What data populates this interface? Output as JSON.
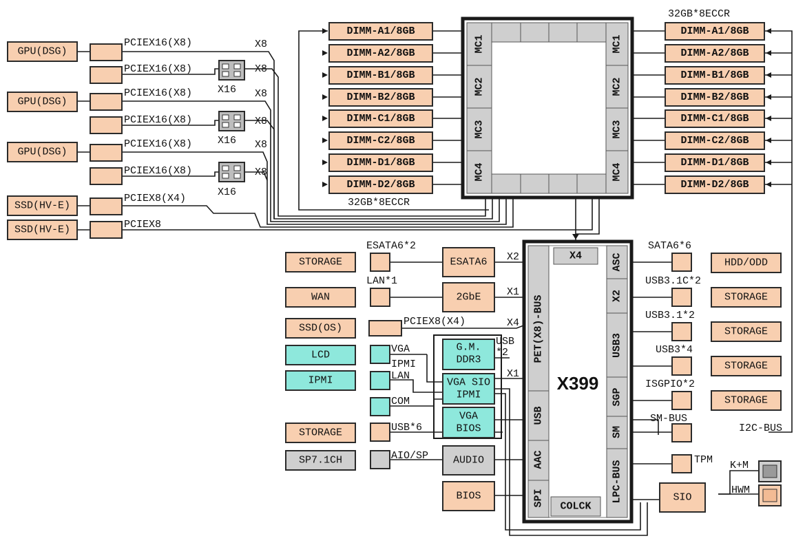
{
  "gpus": [
    "GPU(DSG)",
    "GPU(DSG)",
    "GPU(DSG)"
  ],
  "pcie_slots": [
    "PCIEX16(X8)",
    "PCIEX16(X8)",
    "PCIEX16(X8)",
    "PCIEX16(X8)",
    "PCIEX16(X8)",
    "PCIEX16(X8)",
    "PCIEX8(X4)",
    "PCIEX8"
  ],
  "lane_labels": {
    "x8": "X8",
    "x16": "X16",
    "x4": "X4",
    "x2": "X2",
    "x1": "X1"
  },
  "ssd_hve": [
    "SSD(HV-E)",
    "SSD(HV-E)"
  ],
  "dimm_left": [
    "DIMM-A1/8GB",
    "DIMM-A2/8GB",
    "DIMM-B1/8GB",
    "DIMM-B2/8GB",
    "DIMM-C1/8GB",
    "DIMM-C2/8GB",
    "DIMM-D1/8GB",
    "DIMM-D2/8GB"
  ],
  "dimm_right": [
    "DIMM-A1/8GB",
    "DIMM-A2/8GB",
    "DIMM-B1/8GB",
    "DIMM-B2/8GB",
    "DIMM-C1/8GB",
    "DIMM-C2/8GB",
    "DIMM-D1/8GB",
    "DIMM-D2/8GB"
  ],
  "mem_caption_left": "32GB*8ECCR",
  "mem_caption_right": "32GB*8ECCR",
  "memory_controllers": [
    "MC1",
    "MC2",
    "MC3",
    "MC4"
  ],
  "chipset": {
    "name": "X399",
    "top_port": "X4",
    "bottom": "COLCK",
    "left_ports": [
      "PET(X8)-BUS",
      "USB",
      "AAC",
      "SPI"
    ],
    "right_ports": [
      "ASC",
      "X2",
      "USB3",
      "SGP",
      "SM",
      "LPC-BUS"
    ]
  },
  "left_io": {
    "devices": [
      "STORAGE",
      "WAN",
      "SSD(OS)",
      "LCD",
      "IPMI",
      "STORAGE",
      "SP7.1CH"
    ],
    "link_labels": [
      "ESATA6*2",
      "LAN*1",
      "PCIEX8(X4)",
      "VGA",
      "IPMI",
      "LAN",
      "COM",
      "USB*6",
      "AIO/SP"
    ],
    "controllers": [
      "ESATA6",
      "2GbE",
      "G.M.",
      "DDR3",
      "VGA SIO",
      "IPMI",
      "VGA",
      "BIOS",
      "AUDIO",
      "BIOS"
    ],
    "usb_label_1": "USB",
    "usb_label_2": "*2"
  },
  "right_io": {
    "link_labels": [
      "SATA6*6",
      "USB3.1C*2",
      "USB3.1*2",
      "USB3*4",
      "ISGPIO*2",
      "SM-BUS",
      "TPM",
      "I2C-BUS",
      "K+M",
      "HWM"
    ],
    "devices": [
      "HDD/ODD",
      "STORAGE",
      "STORAGE",
      "STORAGE",
      "STORAGE"
    ],
    "sio": "SIO"
  }
}
